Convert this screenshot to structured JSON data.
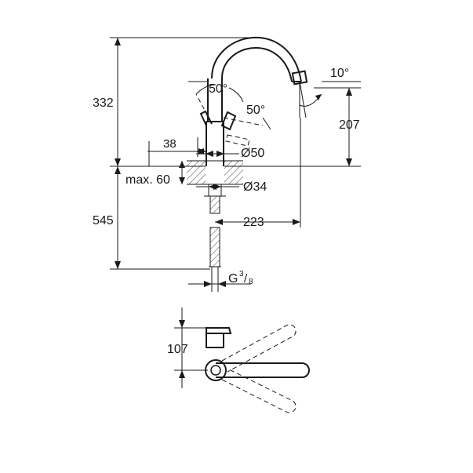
{
  "dimensions": {
    "total_height": "332",
    "below_counter": "545",
    "spout_height": "207",
    "spout_angle": "10°",
    "lever_angle_left": "50°",
    "lever_angle_right": "50°",
    "offset_38": "38",
    "base_diameter": "Ø50",
    "max_thickness": "max. 60",
    "hole_diameter": "Ø34",
    "spout_reach": "223",
    "thread_prefix": "G",
    "thread_num": "3",
    "thread_den": "8",
    "top_view_depth": "107"
  },
  "icons": {
    "faucet_side": "faucet-side-view",
    "faucet_top": "faucet-top-view"
  }
}
